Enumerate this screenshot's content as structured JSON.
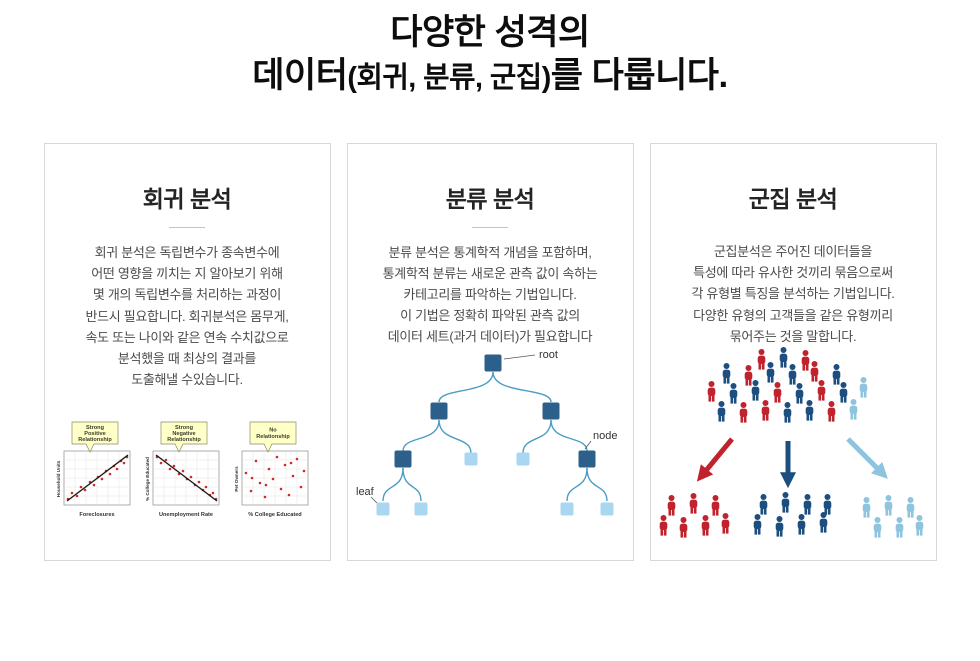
{
  "header": {
    "line1": "다양한 성격의",
    "line2_prefix": "데이터",
    "line2_paren": "(회귀, 분류, 군집)",
    "line2_suffix": "를 다룹니다."
  },
  "palette": {
    "red": "#c0232e",
    "navy": "#1d4e80",
    "light_blue": "#8ec4dd",
    "node_dark": "#2d5f8b",
    "node_light": "#a9d6f0",
    "edge": "#4b9cc4",
    "dot_red": "#cf2a2a",
    "callout_bg": "#ffffc8"
  },
  "cards": [
    {
      "title": "회귀 분석",
      "body": "회귀 분석은 독립변수가 종속변수에\n어떤 영향을 끼치는 지 알아보기 위해\n몇 개의 독립변수를 처리하는 과정이\n반드시 필요합니다. 회귀분석은 몸무게,\n속도 또는 나이와 같은 연속 수치값으로\n분석했을 때 최상의 결과를\n도출해낼 수있습니다.",
      "plots": [
        {
          "callout": [
            "Strong",
            "Positive",
            "Relationship"
          ],
          "xlabel": "Foreclosures",
          "ylabel": "Household Units"
        },
        {
          "callout": [
            "Strong",
            "Negative",
            "Relationship"
          ],
          "xlabel": "Unemployment Rate",
          "ylabel": "% College Educated"
        },
        {
          "callout": [
            "No",
            "Relationship"
          ],
          "xlabel": "% College Educated",
          "ylabel": "Pet Owners"
        }
      ]
    },
    {
      "title": "분류 분석",
      "body": "분류 분석은 통계학적 개념을 포함하며,\n통계학적 분류는 새로운 관측 값이 속하는\n카테고리를 파악하는 기법입니다.\n이 기법은 정확히 파악된 관측 값의\n데이터 세트(과거 데이터)가 필요합니다",
      "tree_labels": {
        "root": "root",
        "node": "node",
        "leaf": "leaf"
      }
    },
    {
      "title": "군집 분석",
      "body": "군집분석은 주어진 데이터들을\n특성에 따라 유사한 것끼리 묶음으로써\n각 유형별 특징을 분석하는 기법입니다.\n다양한 유형의 고객들을 같은 유형끼리\n묶어주는 것을 말합니다."
    }
  ]
}
